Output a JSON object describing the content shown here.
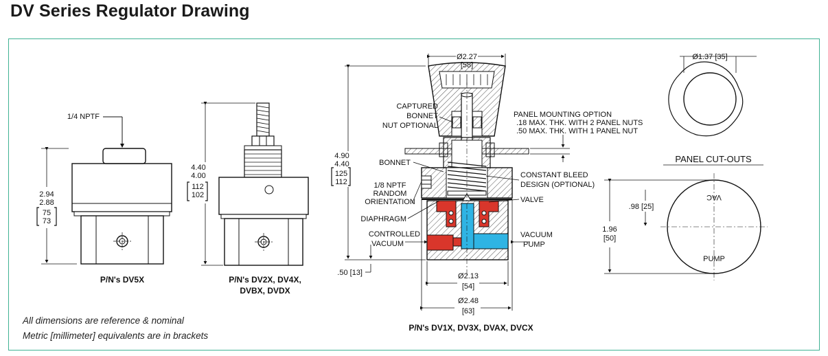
{
  "title": "DV Series Regulator Drawing",
  "notes": [
    "All dimensions are reference & nominal",
    "Metric [millimeter] equivalents are in brackets"
  ],
  "dv5x": {
    "port_label": "1/4 NPTF",
    "height_in": "2.94",
    "height_in_min": "2.88",
    "height_mm": "75",
    "height_mm_min": "73",
    "caption": "P/N's DV5X"
  },
  "dv2x": {
    "height_in": "4.40",
    "height_in_min": "4.00",
    "height_mm": "112",
    "height_mm_min": "102",
    "caption_line1": "P/N's DV2X, DV4X,",
    "caption_line2": "DVBX, DVDX"
  },
  "dv1x": {
    "top_dia": "Ø2.27",
    "top_dia_mm": "[58]",
    "height_in": "4.90",
    "height_in_min": "4.40",
    "height_mm": "125",
    "height_mm_min": "112",
    "captured_bonnet": [
      "CAPTURED",
      "BONNET",
      "NUT OPTIONAL"
    ],
    "bonnet": "BONNET",
    "nptf": [
      "1/8 NPTF",
      "RANDOM",
      "ORIENTATION"
    ],
    "diaphragm": "DIAPHRAGM",
    "controlled_vacuum": [
      "CONTROLLED",
      "VACUUM"
    ],
    "panel_mounting": [
      "PANEL MOUNTING OPTION",
      ".18 MAX. THK. WITH 2 PANEL NUTS",
      ".50 MAX. THK. WITH 1 PANEL NUT"
    ],
    "constant_bleed": [
      "CONSTANT BLEED",
      "DESIGN (OPTIONAL)"
    ],
    "valve": "VALVE",
    "vacuum_pump": [
      "VACUUM",
      "PUMP"
    ],
    "bottom_offset": ".50 [13]",
    "mid_dia": "Ø2.13",
    "mid_dia_mm": "[54]",
    "base_dia": "Ø2.48",
    "base_dia_mm": "[63]",
    "caption": "P/N's DV1X, DV3X, DVAX, DVCX"
  },
  "cutouts": {
    "small_dia": "Ø1.37 [35]",
    "heading": "PANEL CUT-OUTS",
    "offset": ".98 [25]",
    "dia_in": "1.96",
    "dia_mm": "[50]",
    "vac": "VAC",
    "pump": "PUMP"
  },
  "colors": {
    "frame": "#3fb193",
    "pressure": "#d9362b",
    "vacuum": "#2fb4e4"
  }
}
